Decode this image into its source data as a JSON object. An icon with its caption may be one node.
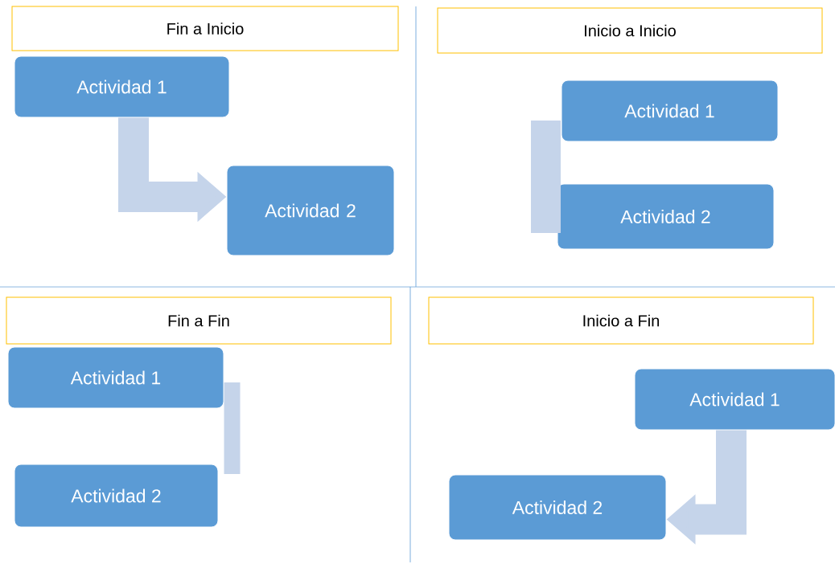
{
  "diagram": {
    "nodes": [
      {
        "text": [
          "Fin a Inicio"
        ]
      },
      {
        "text": [
          "Actividad 1"
        ]
      },
      {
        "text": [
          "Actividad 2"
        ]
      },
      {
        "text": [
          "Inicio a Inicio"
        ]
      },
      {
        "text": [
          "Actividad 1"
        ]
      },
      {
        "text": [
          "Actividad 2"
        ]
      },
      {
        "text": [
          "Fin a Fin"
        ]
      },
      {
        "text": [
          "Actividad 1"
        ]
      },
      {
        "text": [
          "Actividad 2"
        ]
      },
      {
        "text": [
          "Inicio a Fin"
        ]
      },
      {
        "text": [
          "Actividad 1"
        ]
      },
      {
        "text": [
          "Actividad 2"
        ]
      }
    ],
    "edges": [
      {
        "from": 1,
        "to": 2,
        "arrow": "to"
      },
      {
        "from": 4,
        "to": 5,
        "arrow": "none"
      },
      {
        "from": 7,
        "to": 8,
        "arrow": "none"
      },
      {
        "from": 10,
        "to": 11,
        "arrow": "to"
      }
    ]
  }
}
